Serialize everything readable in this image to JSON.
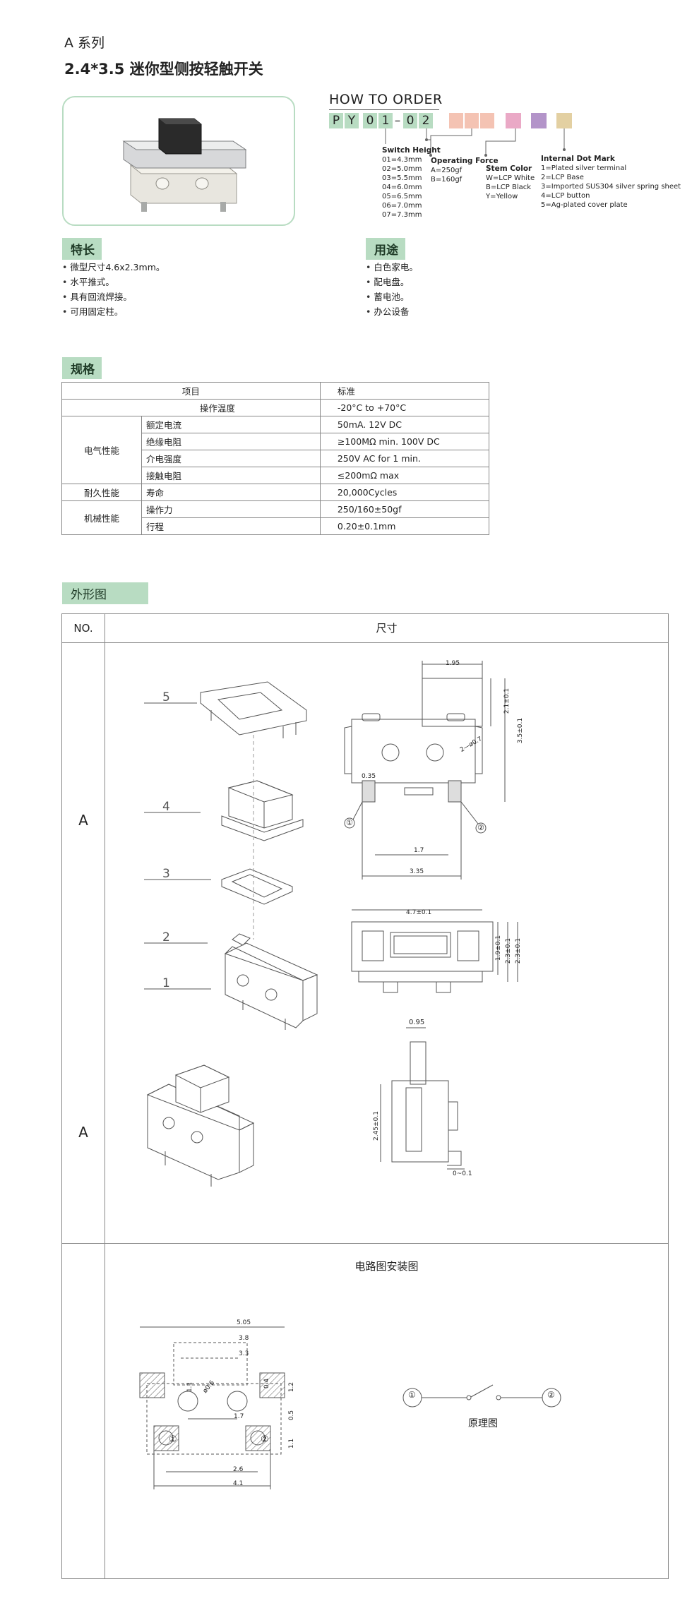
{
  "header": {
    "series": "A 系列",
    "title": "2.4*3.5 迷你型侧按轻触开关"
  },
  "features": {
    "label": "特长",
    "items": [
      "微型尺寸4.6x2.3mm。",
      "水平推式。",
      "具有回流焊接。",
      "可用固定柱。"
    ]
  },
  "uses": {
    "label": "用途",
    "items": [
      "白色家电。",
      "配电盘。",
      "蓄电池。",
      "办公设备"
    ]
  },
  "order": {
    "title": "HOW TO ORDER",
    "code": [
      "P",
      "Y",
      "0",
      "1",
      "0",
      "2"
    ],
    "dash": "–",
    "box_colors": [
      "#f4c3b3",
      "#f4c3b3",
      "#f4c3b3",
      "#eaa9c6",
      "#b394c9",
      "#e3d0a2"
    ],
    "code_color": "#b8dcc2",
    "switch_height": {
      "title": "Switch Height",
      "items": [
        "01=4.3mm",
        "02=5.0mm",
        "03=5.5mm",
        "04=6.0mm",
        "05=6.5mm",
        "06=7.0mm",
        "07=7.3mm"
      ]
    },
    "operating_force": {
      "title": "Operating Force",
      "items": [
        "A=250gf",
        "B=160gf"
      ]
    },
    "stem_color": {
      "title": "Stem Color",
      "items": [
        "W=LCP White",
        "B=LCP Black",
        "Y=Yellow"
      ]
    },
    "dot_mark": {
      "title": "Internal Dot Mark",
      "items": [
        "1=Plated silver terminal",
        "2=LCP Base",
        "3=Imported SUS304  silver spring sheet",
        "4=LCP button",
        "5=Ag-plated cover plate"
      ]
    }
  },
  "spec": {
    "label": "规格",
    "head_item": "项目",
    "head_std": "标准",
    "temp_label": "操作温度",
    "temp_value": "-20°C to +70°C",
    "electrical": "电气性能",
    "rated_label": "额定电流",
    "rated_value": "50mA. 12V DC",
    "insul_label": "绝缘电阻",
    "insul_value": "≥100MΩ min. 100V DC",
    "diel_label": "介电强度",
    "diel_value": "250V AC for 1 min.",
    "contact_label": "接触电阻",
    "contact_value": "≤200mΩ max",
    "durability": "耐久性能",
    "life_label": "寿命",
    "life_value": "20,000Cycles",
    "mechanical": "机械性能",
    "force_label": "操作力",
    "force_value": "250/160±50gf",
    "travel_label": "行程",
    "travel_value": "0.20±0.1mm"
  },
  "outline": {
    "label": "外形图",
    "col_no": "NO.",
    "col_dim": "尺寸",
    "row_a1": "A",
    "row_a2": "A",
    "circuit_title": "电路图安装图",
    "principle": "原理图",
    "parts": [
      "5",
      "4",
      "3",
      "2",
      "1"
    ],
    "dims": {
      "d195": "1.95",
      "d21": "2.1±0.1",
      "d35": "3.5±0.1",
      "d2phi": "2—ø0.7",
      "d035": "0.35",
      "d17": "1.7",
      "d335": "3.35",
      "c1": "①",
      "c2": "②",
      "d47": "4.7±0.1",
      "d19": "1.9±0.1",
      "d23": "2.3±0.1",
      "d095": "0.95",
      "d245": "2.45±0.1",
      "d001": "0~0.1"
    },
    "pcb": {
      "d505": "5.05",
      "d38": "3.8",
      "d33": "3.3",
      "d11a": "1.1",
      "dphi": "ø0.6",
      "d04": "0.4",
      "d12": "1.2",
      "d05": "0.5",
      "d11b": "1.1",
      "d17": "1.7",
      "d26": "2.6",
      "d41": "4.1",
      "p1": "①",
      "p2": "②"
    }
  }
}
